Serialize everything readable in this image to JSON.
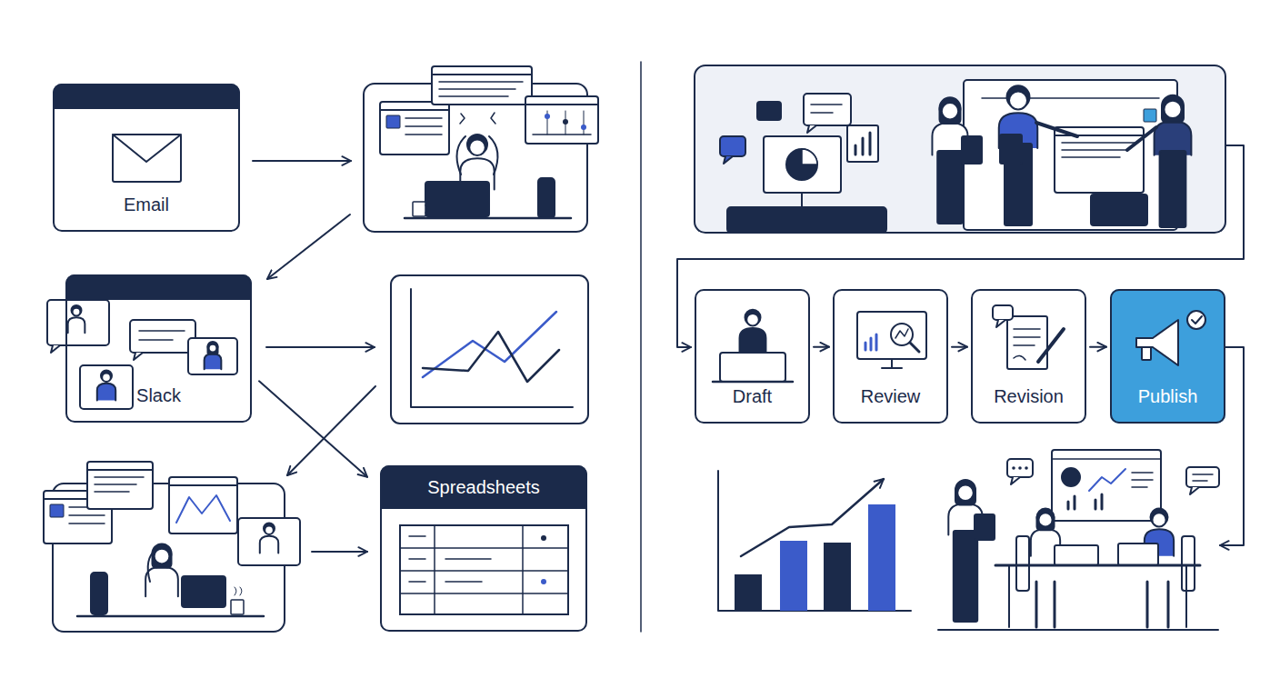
{
  "diagram": {
    "nodes": [
      {
        "text": [
          "Email"
        ]
      },
      {
        "text": [
          "Slack"
        ]
      },
      {
        "text": [
          "Spreadsheets"
        ]
      },
      {
        "text": [
          "Draft"
        ]
      },
      {
        "text": [
          "Review"
        ]
      },
      {
        "text": [
          "Revision"
        ]
      },
      {
        "text": [
          "Publish"
        ]
      }
    ],
    "edges": [
      {
        "from": 1,
        "to": 2,
        "arrow": "to"
      },
      {
        "from": 3,
        "to": 4,
        "arrow": "to"
      },
      {
        "from": 4,
        "to": 5,
        "arrow": "to"
      },
      {
        "from": 5,
        "to": 6,
        "arrow": "to"
      }
    ]
  }
}
